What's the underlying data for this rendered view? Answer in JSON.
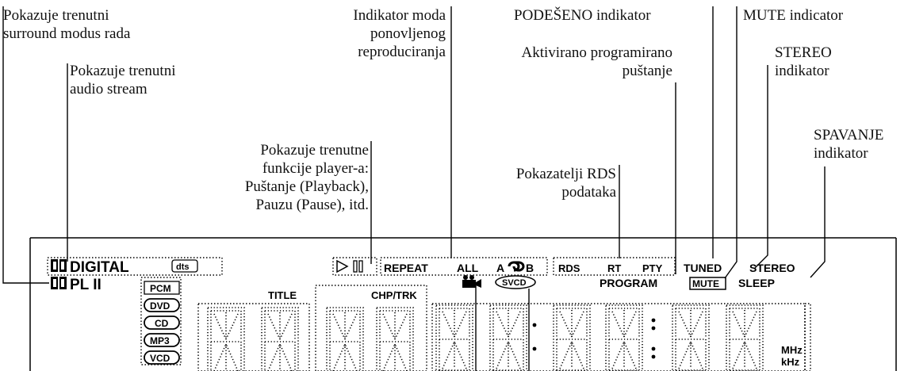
{
  "callouts": {
    "surround_mode": "Pokazuje trenutni\nsurround modus rada",
    "audio_stream": "Pokazuje trenutni\naudio stream",
    "player_functions": "Pokazuje trenutne\nfunkcije player-a:\nPuštanje (Playback),\nPauzu (Pause), itd.",
    "repeat_mode": "Indikator moda\nponovljenog\nreproduciranja",
    "tuned": "PODEŠENO indikator",
    "mute": "MUTE indicator",
    "program": "Aktivirano programirano\npuštanje",
    "stereo": "STEREO\nindikator",
    "sleep": "SPAVANJE\nindikator",
    "rds": "Pokazatelji RDS\npodataka"
  },
  "display": {
    "digital": "DIGITAL",
    "pl": "PL II",
    "dts": "dts",
    "repeat": "REPEAT",
    "all": "ALL",
    "ab_a": "A",
    "ab_b": "B",
    "rds": "RDS",
    "rt": "RT",
    "pty": "PTY",
    "tuned": "TUNED",
    "stereo": "STEREO",
    "program": "PROGRAM",
    "mute": "MUTE",
    "sleep": "SLEEP",
    "title": "TITLE",
    "chp_trk": "CHP/TRK",
    "svcd": "SVCD",
    "pcm": "PCM",
    "dvd": "DVD",
    "cd": "CD",
    "mp3": "MP3",
    "vcd": "VCD",
    "mhz": "MHz",
    "khz": "kHz"
  }
}
